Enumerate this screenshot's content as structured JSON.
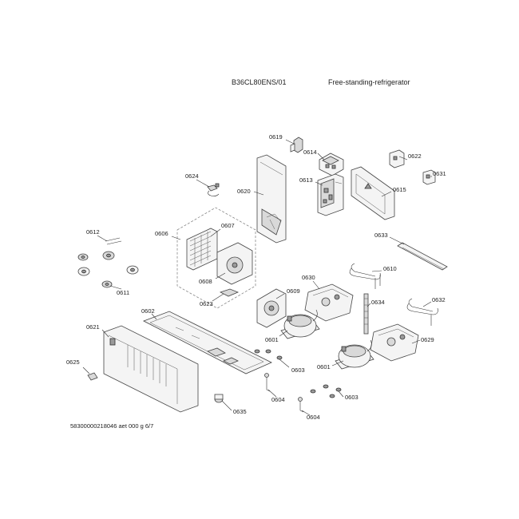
{
  "header": {
    "model": "B36CL80ENS/01",
    "description": "Free-standing-refrigerator"
  },
  "footer": {
    "doc_number": "58300000218046 aet 000 g 6/7"
  },
  "callouts": {
    "c0619": "0619",
    "c0614": "0614",
    "c0622": "0622",
    "c0631": "0631",
    "c0613": "0613",
    "c0615": "0615",
    "c0624": "0624",
    "c0620": "0620",
    "c0607": "0607",
    "c0606": "0606",
    "c0612": "0612",
    "c0633": "0633",
    "c0610": "0610",
    "c0608": "0608",
    "c0630": "0630",
    "c0611": "0611",
    "c0609": "0609",
    "c0623": "0623",
    "c0634": "0634",
    "c0632": "0632",
    "c0602": "0602",
    "c0621": "0621",
    "c0601a": "0601",
    "c0629": "0629",
    "c0603a": "0603",
    "c0601b": "0601",
    "c0625": "0625",
    "c0604a": "0604",
    "c0603b": "0603",
    "c0635": "0635",
    "c0604b": "0604"
  }
}
